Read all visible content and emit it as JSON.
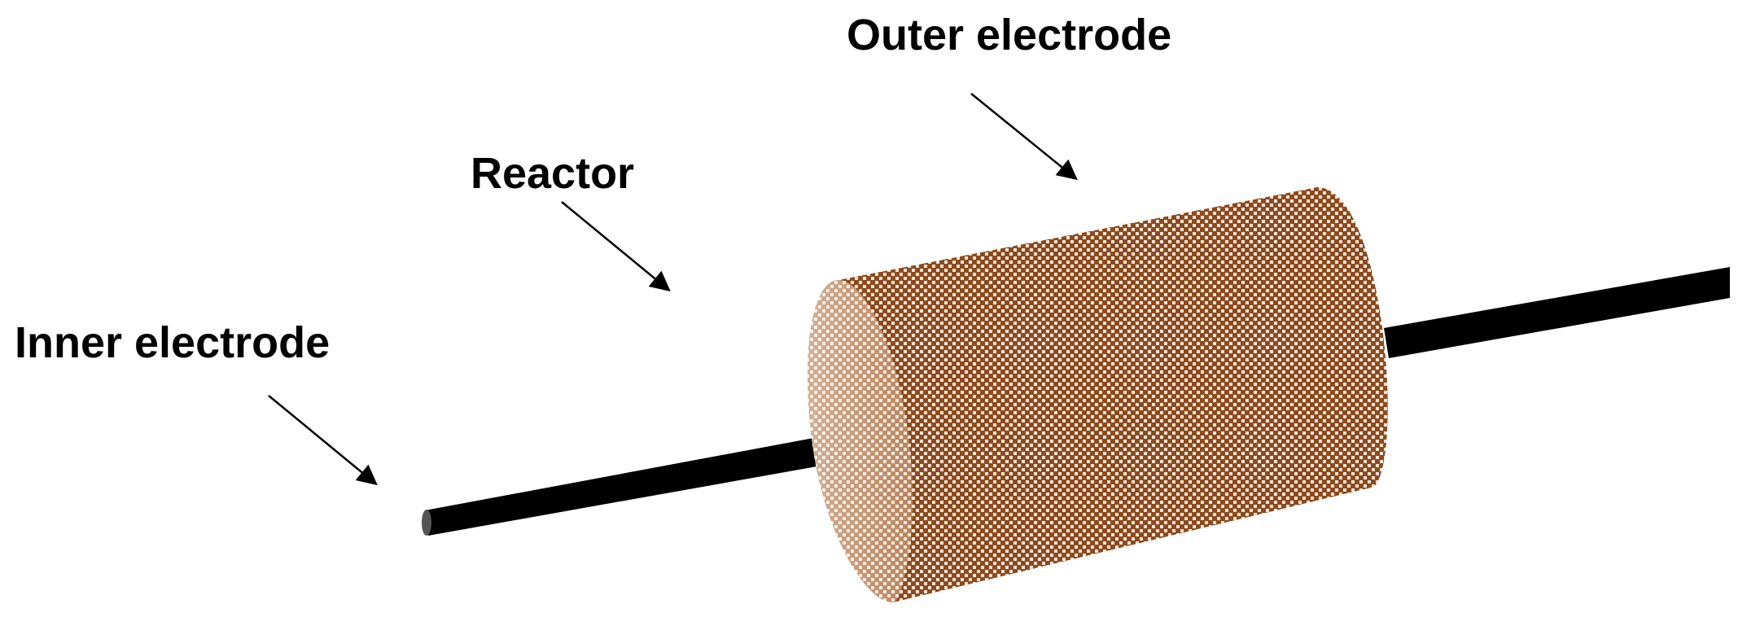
{
  "labels": {
    "outer_electrode": "Outer electrode",
    "reactor": "Reactor",
    "inner_electrode": "Inner electrode"
  },
  "colors": {
    "background": "#ffffff",
    "text": "#000000",
    "arrow": "#000000",
    "rod": "#000000",
    "rod_tip": "#555555",
    "mesh_body": "#8b4a1f",
    "mesh_body_light": "#c47a45",
    "mesh_end_cap": "#b8845e",
    "mesh_end_cap_light": "#e8cdb4"
  },
  "icons": {
    "arrow": "arrow-icon",
    "mesh": "wire-mesh-texture"
  }
}
